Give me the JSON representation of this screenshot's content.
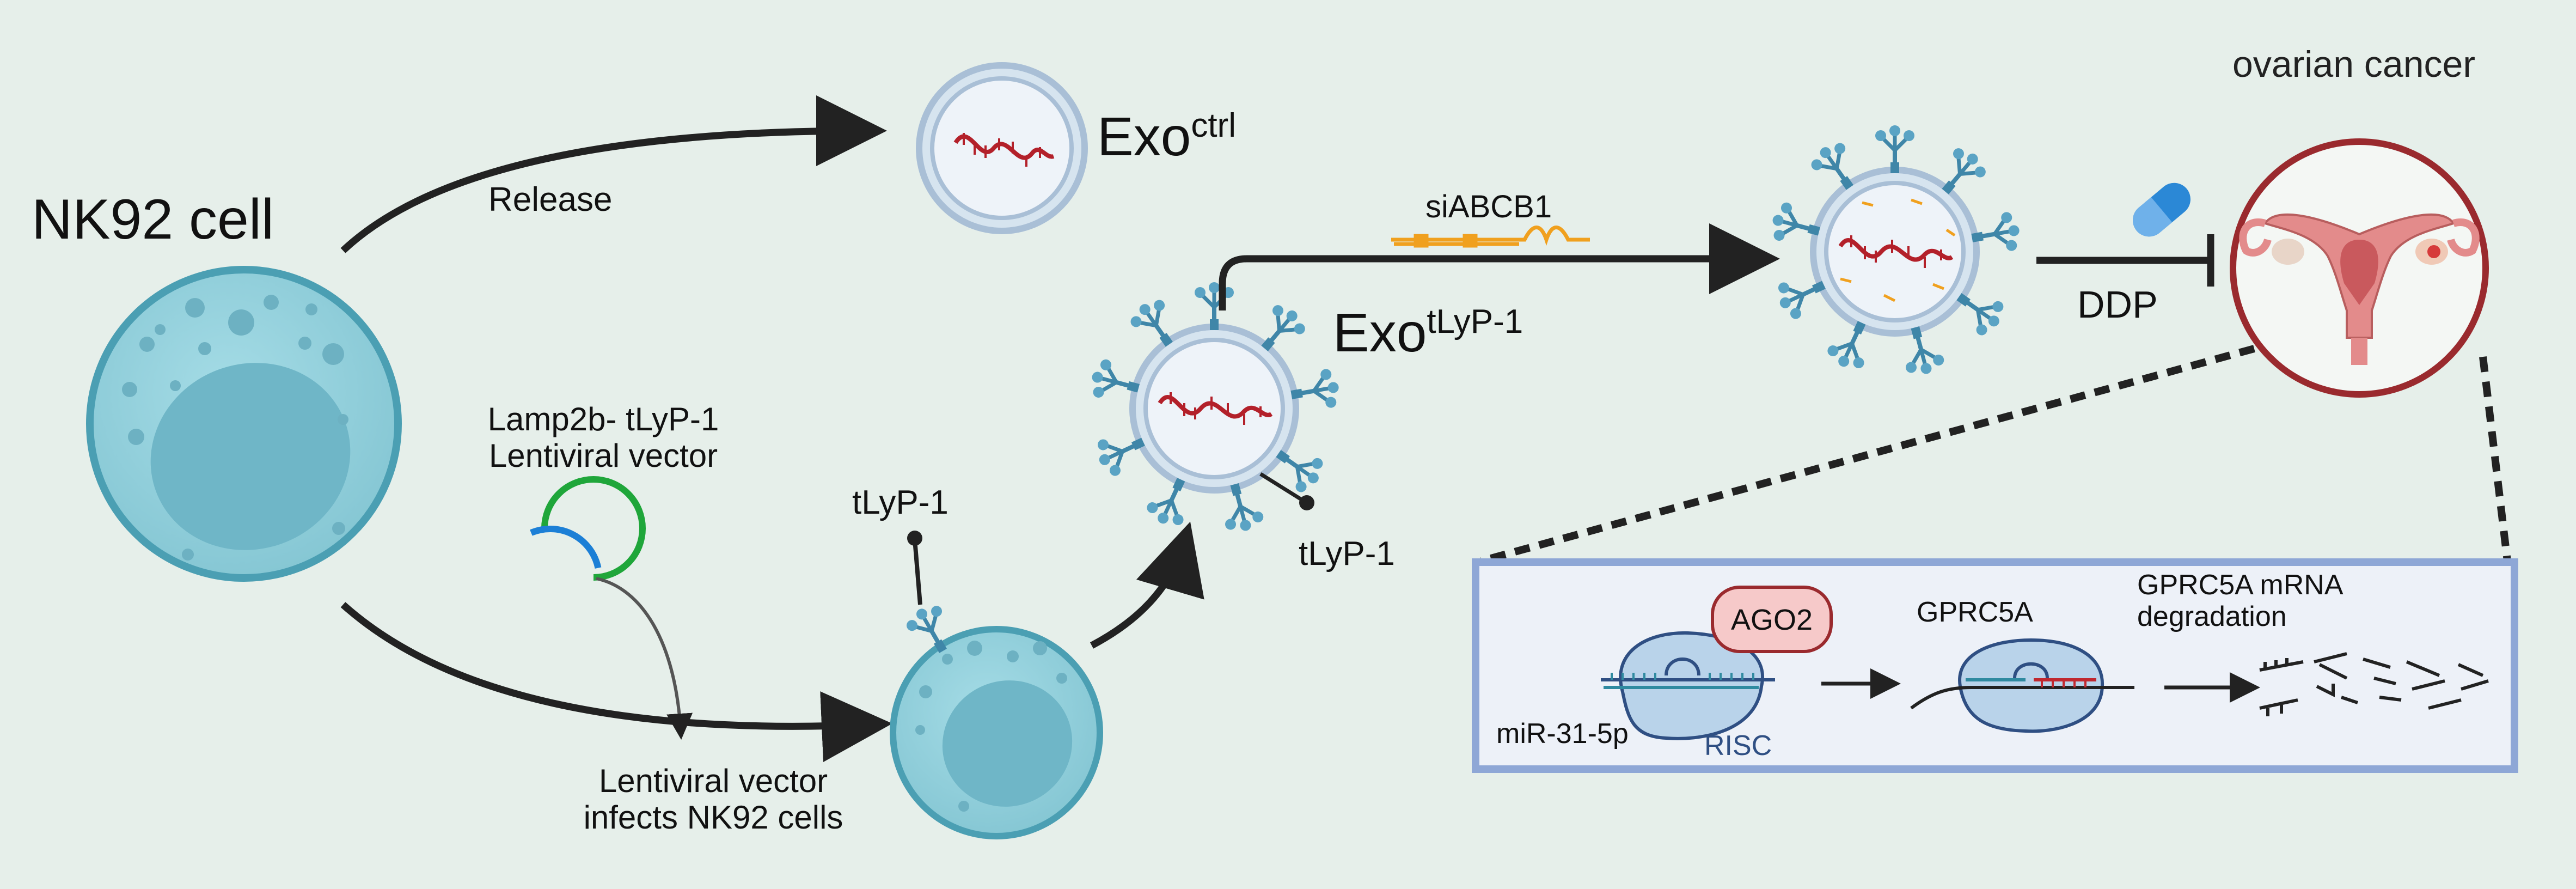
{
  "labels": {
    "nk92_cell": "NK92 cell",
    "release": "Release",
    "exo": "Exo",
    "ctrl_sup": "ctrl",
    "tlyp_sup": "tLyP-1",
    "vector_line1": "Lamp2b- tLyP-1",
    "vector_line2": "Lentiviral vector",
    "infect_line1": "Lentiviral vector",
    "infect_line2": "infects NK92 cells",
    "tlyp_cell": "tLyP-1",
    "tlyp_exo": "tLyP-1",
    "siabcb1": "siABCB1",
    "ddp": "DDP",
    "ovarian_cancer": "ovarian cancer"
  },
  "inset": {
    "ago2": "AGO2",
    "risc": "RISC",
    "mirna": "miR-31-5p",
    "gprc5a": "GPRC5A",
    "degradation_line1": "GPRC5A mRNA",
    "degradation_line2": "degradation"
  },
  "colors": {
    "background": "#e6efea",
    "cell_fill": "#8ccbd7",
    "cell_outline": "#4b9fb3",
    "rna": "#b3202a",
    "peptide": "#3f86a8",
    "sirna": "#f0a01e",
    "plasmid_green": "#1fa63a",
    "plasmid_blue": "#1c7fd6",
    "drug": "#2b88d6",
    "uterus": "#e38b8b",
    "cancer_circle": "#9a2a2e",
    "inset_border": "#8ea7d6",
    "ago2_fill": "#f6c9c9",
    "risc_text": "#2f4f83"
  }
}
